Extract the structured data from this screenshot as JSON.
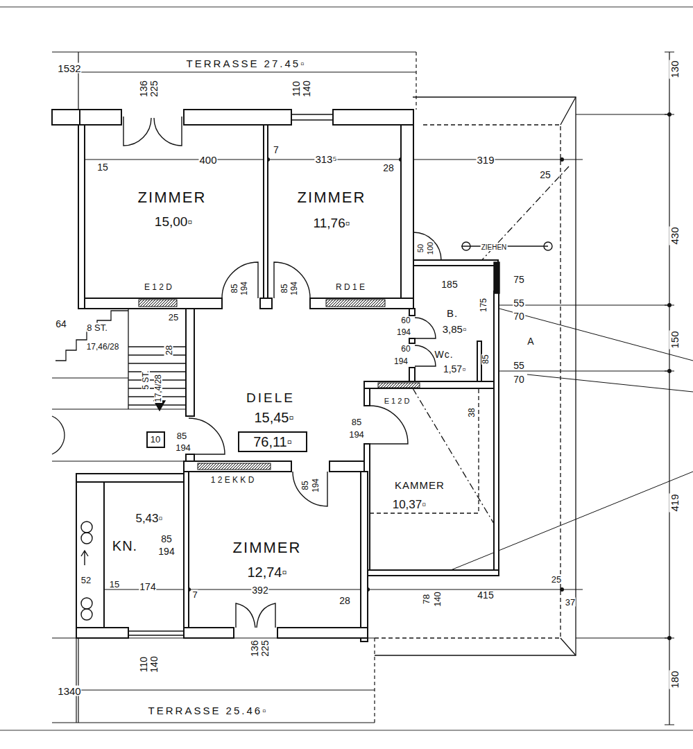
{
  "diagram": {
    "nodes": [
      {
        "text": [
          "TERRASSE 27.45▫"
        ]
      },
      {
        "text": [
          "ZIMMER",
          "15,00▫"
        ]
      },
      {
        "text": [
          "ZIMMER",
          "11,76▫"
        ]
      },
      {
        "text": [
          "B.",
          "3,85▫"
        ]
      },
      {
        "text": [
          "Wc.",
          "1,57▫"
        ]
      },
      {
        "text": [
          "DIELE",
          "15,45▫"
        ]
      },
      {
        "text": [
          "76,11▫"
        ],
        "in": 5
      },
      {
        "text": [
          "10"
        ]
      },
      {
        "text": [
          "KAMMER",
          "10,37▫"
        ]
      },
      {
        "text": [
          "5,43▫",
          "KN."
        ]
      },
      {
        "text": [
          "ZIMMER",
          "12,74▫"
        ]
      },
      {
        "text": [
          "TERRASSE 25.46▫"
        ]
      }
    ],
    "labels": [
      "1532",
      "136",
      "225",
      "110",
      "140",
      "400",
      "7",
      "313⁵",
      "28",
      "319",
      "25",
      "15",
      "130",
      "430",
      "150",
      "419",
      "180",
      "ZIEHEN",
      "50",
      "100",
      "185",
      "75",
      "175",
      "55",
      "70",
      "A",
      "55",
      "70",
      "60",
      "194",
      "60",
      "194",
      "85",
      "38",
      "E 1 2 D",
      "R D 1 E",
      "64",
      "8 ST.",
      "17,46/28",
      "28",
      "5 ST.",
      "17,4/28",
      "25",
      "85",
      "194",
      "85",
      "194",
      "85",
      "194",
      "85",
      "194",
      "E 1 2 D",
      "1 2 E K K D",
      "85",
      "194",
      "85",
      "194",
      "52",
      "15",
      "174",
      "7",
      "392",
      "28",
      "78",
      "140",
      "415",
      "25",
      "37",
      "110",
      "140",
      "136",
      "225",
      "1340"
    ]
  }
}
